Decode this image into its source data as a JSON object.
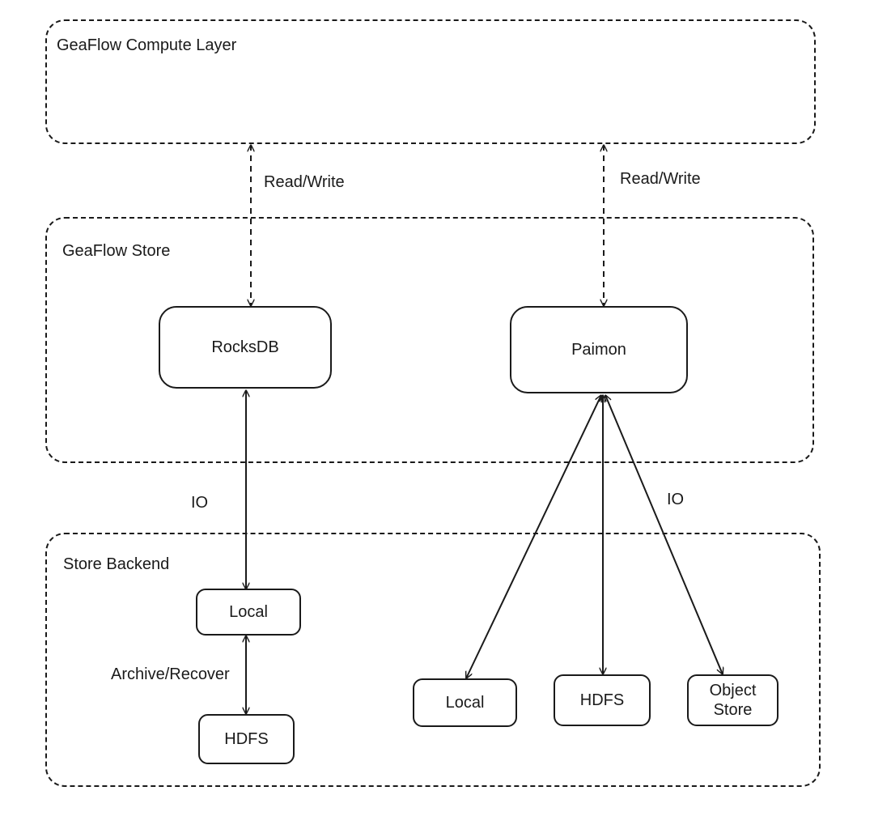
{
  "containers": {
    "compute": "GeaFlow Compute Layer",
    "store": "GeaFlow Store",
    "backend": "Store Backend"
  },
  "nodes": {
    "rocksdb": "RocksDB",
    "paimon": "Paimon",
    "rocks_local": "Local",
    "rocks_hdfs": "HDFS",
    "paimon_local": "Local",
    "paimon_hdfs": "HDFS",
    "object_store": "Object\nStore"
  },
  "edges": {
    "rocks_rw": "Read/Write",
    "paimon_rw": "Read/Write",
    "rocks_io": "IO",
    "paimon_io": "IO",
    "archive_recover": "Archive/Recover"
  }
}
